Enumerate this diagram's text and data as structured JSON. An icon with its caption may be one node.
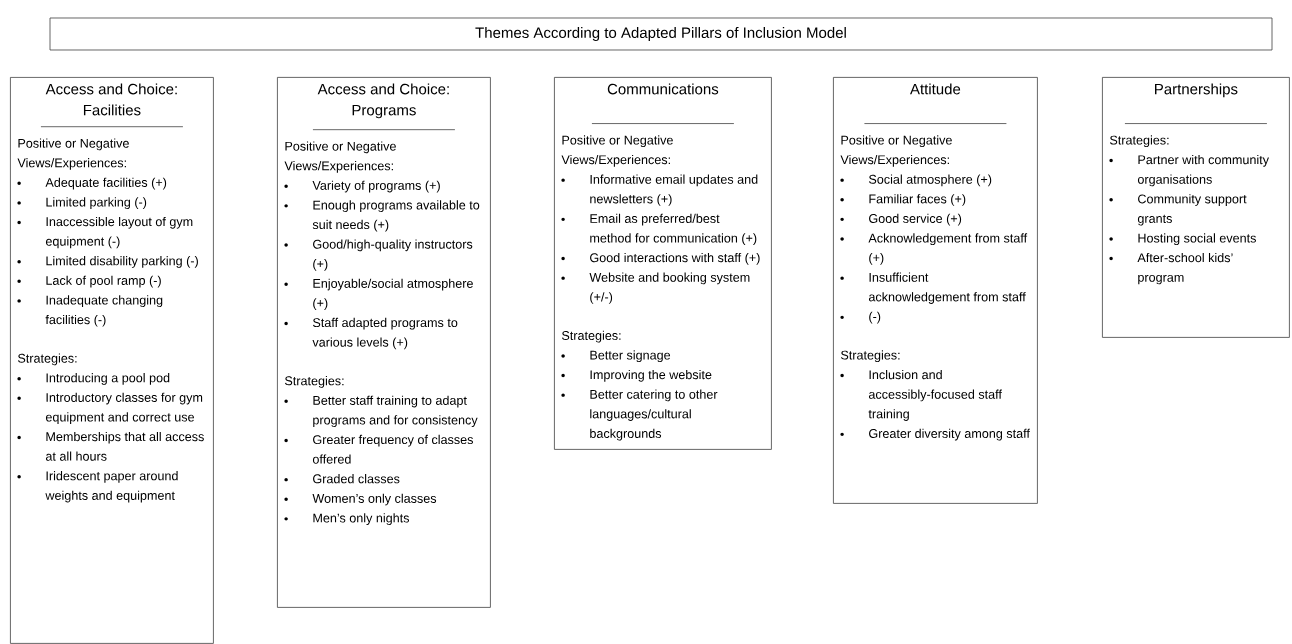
{
  "diagram": {
    "title": "Themes According to Adapted Pillars of Inclusion Model",
    "nodes": [
      {
        "text": [
          "Access and Choice: Facilities",
          "Positive or Negative Views/Experiences:",
          "Adequate facilities (+)",
          "Limited parking (-)",
          "Inaccessible layout of gym equipment (-)",
          "Limited disability parking (-)",
          "Lack of pool ramp (-)",
          "Inadequate changing facilities (-)",
          "Strategies:",
          "Introducing a pool pod",
          "Introductory classes for gym equipment and correct use",
          "Memberships that all access at all hours",
          "Iridescent paper around weights and equipment"
        ]
      },
      {
        "text": [
          "Access and Choice: Programs",
          "Positive or Negative Views/Experiences:",
          "Variety of programs (+)",
          "Enough programs available to suit needs (+)",
          "Good/high-quality instructors (+)",
          "Enjoyable/social atmosphere (+)",
          "Staff adapted programs to various levels (+)",
          "Strategies:",
          "Better staff training to adapt programs and for consistency",
          "Greater frequency of classes offered",
          "Graded classes",
          "Women’s only classes",
          "Men’s only nights"
        ]
      },
      {
        "text": [
          "Communications",
          "Positive or Negative Views/Experiences:",
          "Informative email updates and newsletters (+)",
          "Email as preferred/best method for communication (+)",
          "Good interactions with staff (+)",
          "Website and booking system (+/-)",
          "Strategies:",
          "Better signage",
          "Improving the website",
          "Better catering to other languages/cultural backgrounds"
        ]
      },
      {
        "text": [
          "Attitude",
          "Positive or Negative Views/Experiences:",
          "Social atmosphere (+)",
          "Familiar faces (+)",
          "Good service (+)",
          "Acknowledgement from staff (+)",
          "Insufficient acknowledgement from staff",
          "(-)",
          "Strategies:",
          "Inclusion and accessibly-focused staff training",
          "Greater diversity among staff"
        ]
      },
      {
        "text": [
          "Partnerships",
          "Strategies:",
          "Partner with community organisations",
          "Community support grants",
          "Hosting social events",
          "After-school kids’ program"
        ]
      }
    ]
  }
}
